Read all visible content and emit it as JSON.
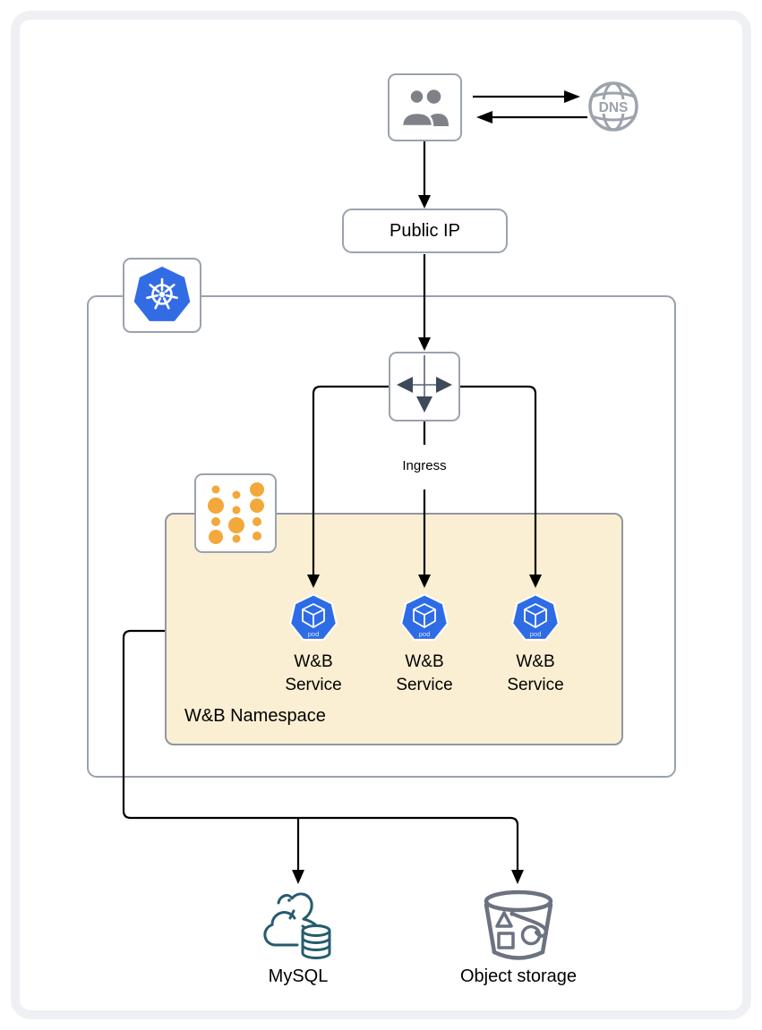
{
  "page": {
    "description": "W&B Kubernetes deployment architecture diagram"
  },
  "colors": {
    "kubernetes_blue": "#326CE5",
    "pod_blue": "#2E6CE6",
    "namespace_fill": "#FBEFD3",
    "namespace_dot_orange": "#F3A83B",
    "mysql_teal": "#265B6F",
    "storage_gray": "#6B7280",
    "icon_gray": "#7E8287",
    "dns_gray": "#9CA3AC",
    "border_gray": "#9BA2AE",
    "line_black": "#000000"
  },
  "nodes": {
    "users": {
      "icon": "users-icon"
    },
    "dns": {
      "label": "DNS",
      "icon": "dns-globe-icon"
    },
    "public_ip": {
      "label": "Public IP"
    },
    "kubernetes_cluster": {
      "icon": "kubernetes-helm-icon"
    },
    "ingress": {
      "label": "Ingress",
      "icon": "ingress-arrows-icon"
    },
    "namespace": {
      "label": "W&B Namespace",
      "icon": "namespace-dots-icon"
    },
    "pods": [
      {
        "label": "W&B Service",
        "badge": "pod"
      },
      {
        "label": "W&B Service",
        "badge": "pod"
      },
      {
        "label": "W&B Service",
        "badge": "pod"
      }
    ],
    "mysql": {
      "label": "MySQL",
      "icon": "mysql-dolphin-icon"
    },
    "object_storage": {
      "label": "Object storage",
      "icon": "bucket-icon"
    }
  }
}
